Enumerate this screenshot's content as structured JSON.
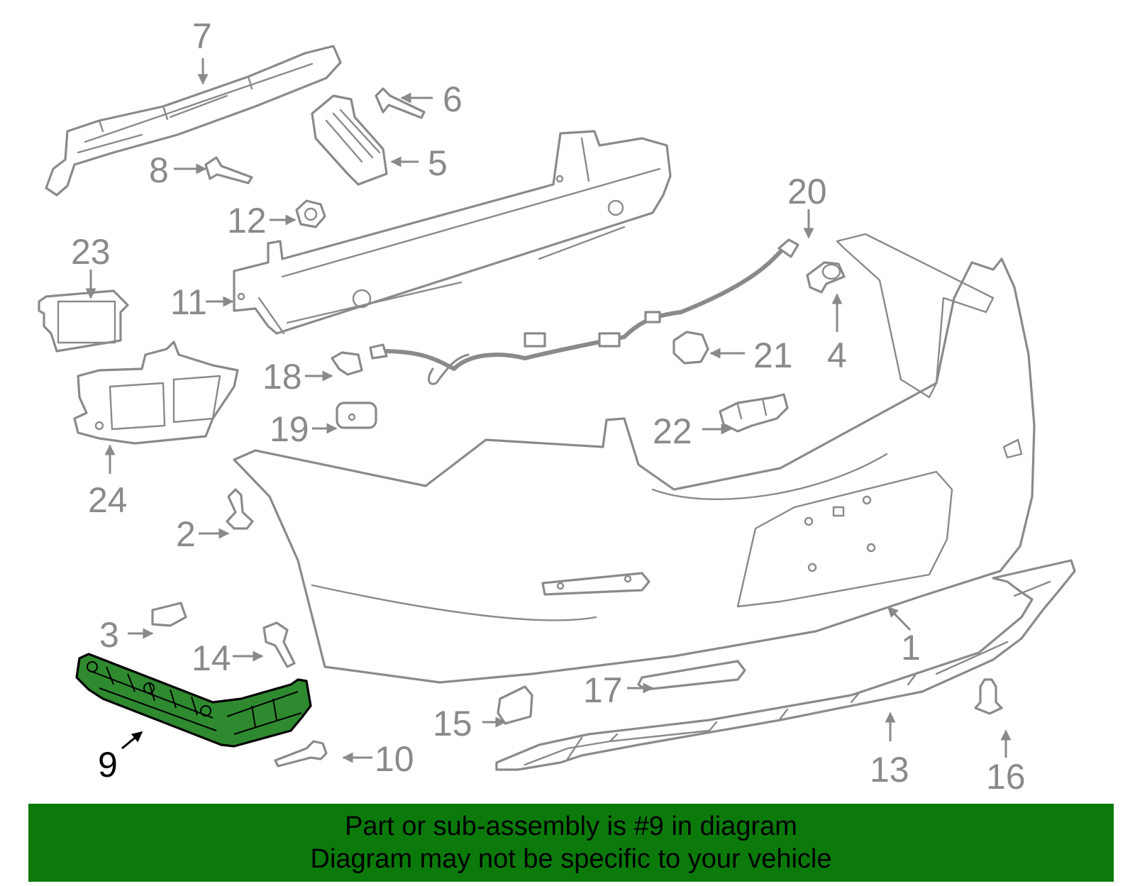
{
  "colors": {
    "part_stroke": "#8a8a8a",
    "highlight_fill": "#2f8a2f",
    "banner_background": "#0b7a0b"
  },
  "callouts": {
    "c1": "1",
    "c2": "2",
    "c3": "3",
    "c4": "4",
    "c5": "5",
    "c6": "6",
    "c7": "7",
    "c8": "8",
    "c9": "9",
    "c10": "10",
    "c11": "11",
    "c12": "12",
    "c13": "13",
    "c14": "14",
    "c15": "15",
    "c16": "16",
    "c17": "17",
    "c18": "18",
    "c19": "19",
    "c20": "20",
    "c21": "21",
    "c22": "22",
    "c23": "23",
    "c24": "24"
  },
  "highlighted_part": "9",
  "banner": {
    "line1": "Part or sub-assembly is #9 in diagram",
    "line2": "Diagram may not be specific to your vehicle"
  }
}
